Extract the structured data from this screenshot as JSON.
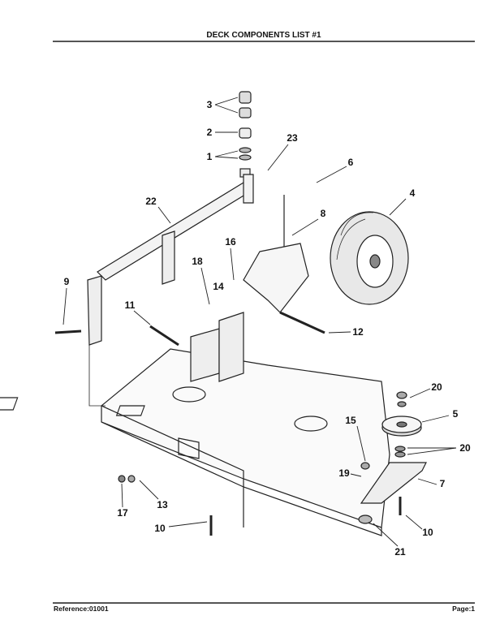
{
  "header": {
    "title": "DECK COMPONENTS LIST #1"
  },
  "footer": {
    "reference": "Reference:01001",
    "page": "Page:1"
  },
  "callouts": [
    "3",
    "2",
    "1",
    "23",
    "6",
    "22",
    "4",
    "8",
    "16",
    "18",
    "14",
    "9",
    "11",
    "12",
    "20",
    "15",
    "5",
    "20",
    "19",
    "7",
    "13",
    "17",
    "10",
    "10",
    "21"
  ]
}
